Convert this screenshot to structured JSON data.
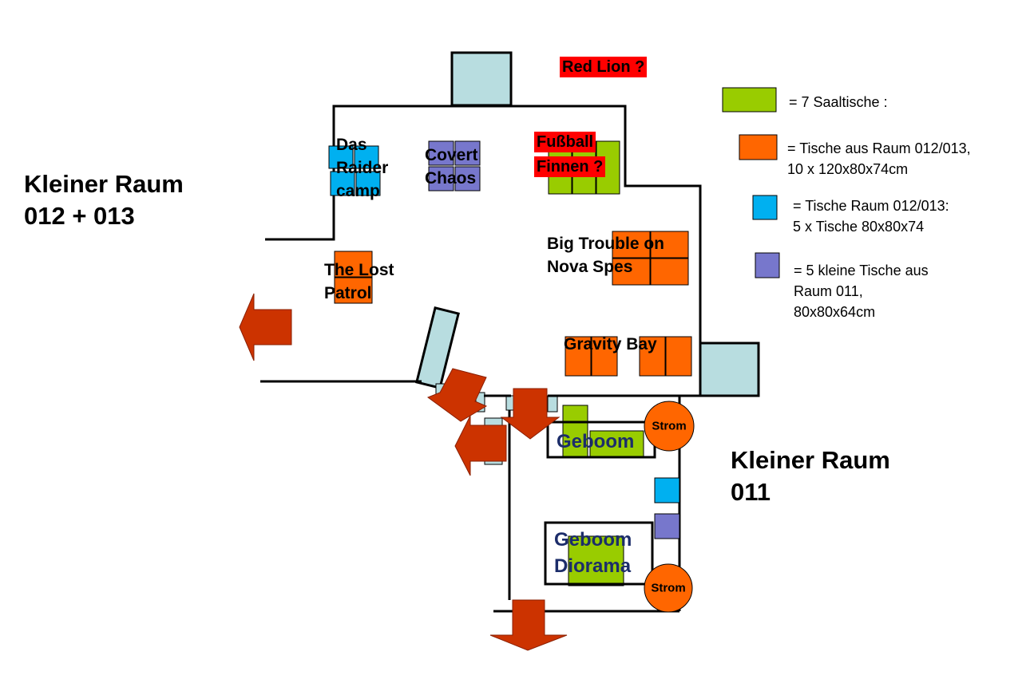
{
  "rooms": {
    "main": {
      "title_line1": "Kleiner Raum",
      "title_line2": "012 + 013"
    },
    "small": {
      "title_line1": "Kleiner Raum",
      "title_line2": "011"
    }
  },
  "game_labels": {
    "raider_camp": [
      "Das",
      "Raider",
      "camp"
    ],
    "covert_chaos": [
      "Covert",
      "Chaos"
    ],
    "lost_patrol": [
      "The Lost",
      "Patrol"
    ],
    "big_trouble": [
      "Big Trouble on",
      "Nova Spes"
    ],
    "gravity_bay": "Gravity Bay",
    "geboom": "Geboom",
    "geboom_diorama": [
      "Geboom",
      "Diorama"
    ]
  },
  "tentative_labels": {
    "red_lion": "Red Lion ?",
    "fussball": "Fußball",
    "finnen": "Finnen ?"
  },
  "power_outlets": [
    "Strom",
    "Strom"
  ],
  "legend": [
    {
      "color": "#99cc00",
      "icon": "green-table-swatch",
      "lines": [
        "= 7 Saaltische :"
      ]
    },
    {
      "color": "#ff6600",
      "icon": "orange-table-swatch",
      "lines": [
        "= Tische aus Raum 012/013,",
        "10 x 120x80x74cm"
      ]
    },
    {
      "color": "#00b0f0",
      "icon": "blue-table-swatch",
      "lines": [
        "= Tische Raum 012/013:",
        "5 x Tische 80x80x74"
      ]
    },
    {
      "color": "#7777cc",
      "icon": "purple-table-swatch",
      "lines": [
        "= 5 kleine Tische aus",
        "Raum 011,",
        "80x80x64cm"
      ]
    }
  ],
  "colors": {
    "saaltisch_green": "#99cc00",
    "orange_table": "#ff6600",
    "blue_table": "#00b0f0",
    "purple_table": "#7777cc",
    "furniture_lightblue": "#b8dde0",
    "exit_arrow": "#cc3300",
    "tentative_red": "#ff0000",
    "geboom_text": "#1c2d6a"
  }
}
